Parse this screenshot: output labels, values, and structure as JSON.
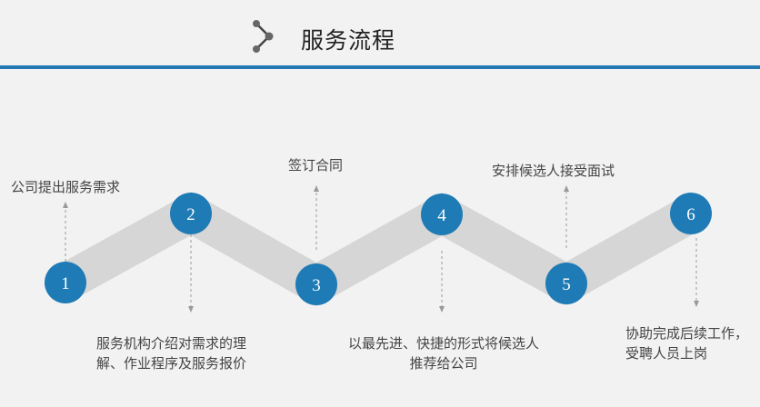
{
  "header": {
    "title": "服务流程",
    "accent_color": "#2478b3",
    "icon": "share-nodes-icon"
  },
  "steps": [
    {
      "number": "1",
      "text": "公司提出服务需求"
    },
    {
      "number": "2",
      "lines": [
        "服务机构介绍对需求的理",
        "解、作业程序及服务报价"
      ]
    },
    {
      "number": "3",
      "text": "签订合同"
    },
    {
      "number": "4",
      "lines": [
        "以最先进、快捷的形式将候选人",
        "推荐给公司"
      ]
    },
    {
      "number": "5",
      "text": "安排候选人接受面试"
    },
    {
      "number": "6",
      "lines": [
        "协助完成后续工作，",
        "受聘人员上岗"
      ]
    }
  ],
  "colors": {
    "node": "#1f7bb5",
    "band": "#d6d6d6",
    "arrow": "#9a9a9a"
  }
}
